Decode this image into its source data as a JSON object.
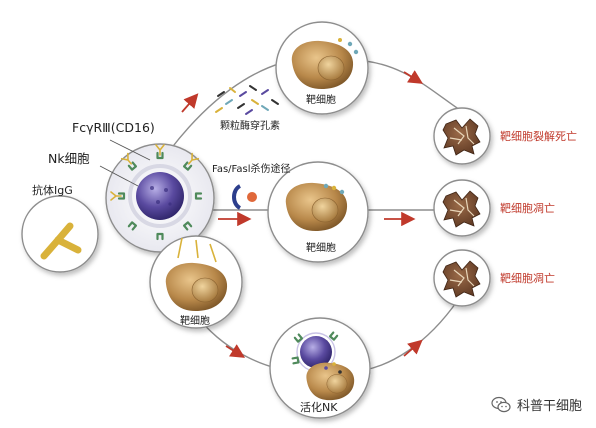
{
  "labels": {
    "fcr": "FcγRⅢ(CD16)",
    "nk_cell": "Nk细胞",
    "antibody": "抗体IgG",
    "granzyme": "颗粒酶穿孔素",
    "fas_pathway": "Fas/Fasl杀伤途径",
    "target_top": "靶细胞",
    "target_mid": "靶细胞",
    "target_bottom": "靶细胞",
    "activated_nk": "活化NK",
    "death_lysis": "靶细胞裂解死亡",
    "death_1": "靶细胞凋亡",
    "death_2": "靶细胞凋亡"
  },
  "watermark": {
    "text": "科普干细胞",
    "icon": "wechat-icon"
  },
  "colors": {
    "target_cell": "#b8884a",
    "nk_cell": "#5a4aa0",
    "arrow": "#c0392b",
    "antibody": "#d9b23a",
    "receptor": "#4f8a5b",
    "dead_cell": "#6b4530"
  }
}
